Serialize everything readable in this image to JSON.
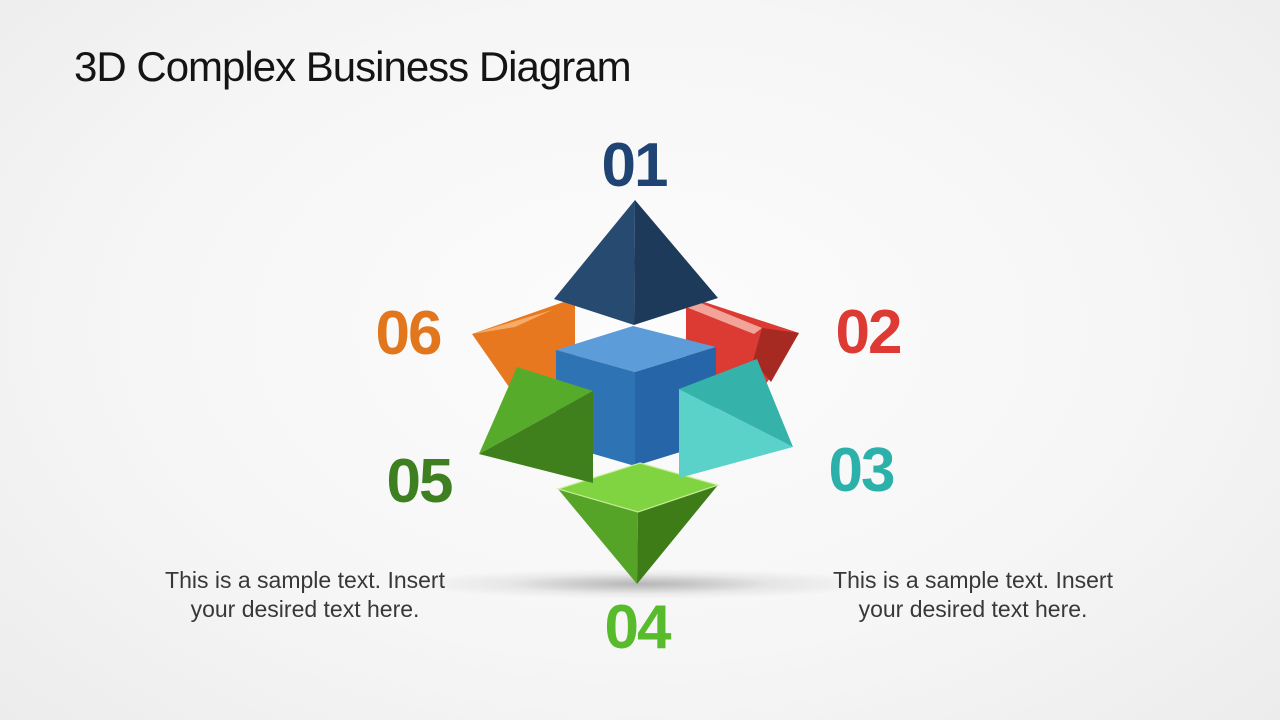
{
  "slide": {
    "title": "3D Complex Business Diagram"
  },
  "numbers": [
    {
      "label": "01",
      "color": "#1F4373"
    },
    {
      "label": "02",
      "color": "#DC3A33"
    },
    {
      "label": "03",
      "color": "#2BB1AA"
    },
    {
      "label": "04",
      "color": "#58BB2C"
    },
    {
      "label": "05",
      "color": "#3E8021"
    },
    {
      "label": "06",
      "color": "#E2761C"
    }
  ],
  "captions": {
    "left": {
      "line1": "This is a sample text. Insert",
      "line2": "your desired text here."
    },
    "right": {
      "line1": "This is a sample text. Insert",
      "line2": "your desired text here."
    }
  },
  "diagram": {
    "colors": {
      "navy_left": "#264A70",
      "navy_right": "#1D3A5A",
      "cube_top": "#5C9CD8",
      "cube_left": "#2E74B5",
      "cube_right": "#2765A9",
      "orange_main": "#E87820",
      "orange_highlight": "#F6AC66",
      "red_main": "#DB3B33",
      "red_highlight": "#F2A49B",
      "red_dark": "#A72A22",
      "teal_dark": "#35B3AB",
      "teal_light": "#5AD2C9",
      "green_light": "#57AB2B",
      "green_dark": "#3F801C",
      "bottom_top": "#80D441",
      "bottom_left": "#55A427",
      "bottom_right": "#3E7C18",
      "bottom_edge_highlight": "#CDEF9F",
      "shadow": "#8E8E8E"
    }
  }
}
